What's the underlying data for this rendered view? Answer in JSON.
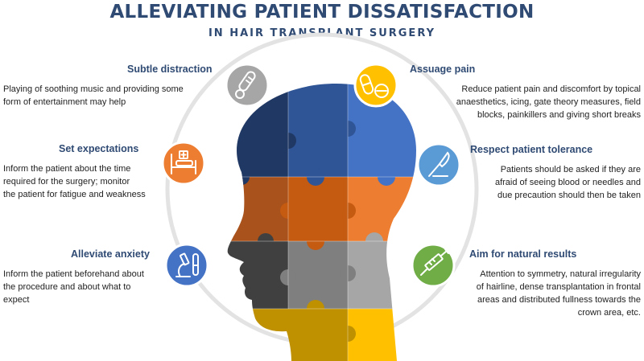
{
  "title": "ALLEVIATING PATIENT DISSATISFACTION",
  "subtitle": "IN HAIR TRANSPLANT SURGERY",
  "items": [
    {
      "heading": "Subtle distraction",
      "lines": [
        "Playing of soothing music and providing some",
        "form of entertainment may help"
      ],
      "icon": "thermometer-icon",
      "color": "#a6a6a6"
    },
    {
      "heading": "Set expectations",
      "lines": [
        "Inform the patient about the time",
        "required for the surgery; monitor",
        "the patient for fatigue and weakness"
      ],
      "icon": "hospital-bed-icon",
      "color": "#ed7d31"
    },
    {
      "heading": "Alleviate anxiety",
      "lines": [
        "Inform the patient beforehand about",
        "the procedure and about what to",
        "expect"
      ],
      "icon": "microscope-icon",
      "color": "#4472c4"
    },
    {
      "heading": "Assuage pain",
      "lines": [
        "Reduce patient pain and discomfort by topical",
        "anaesthetics, icing, gate theory measures, field",
        "blocks, painkillers and giving short breaks"
      ],
      "icon": "pills-icon",
      "color": "#ffc000"
    },
    {
      "heading": "Respect patient tolerance",
      "lines": [
        "Patients should be asked if they are",
        "afraid of seeing blood or needles and",
        "due precaution should then be taken"
      ],
      "icon": "scalpel-icon",
      "color": "#5b9bd5"
    },
    {
      "heading": "Aim for natural results",
      "lines": [
        "Attention to symmetry, natural irregularity",
        "of hairline, dense transplantation in frontal",
        "areas and distributed fullness towards the",
        "crown area, etc."
      ],
      "icon": "syringe-icon",
      "color": "#70ad47"
    }
  ],
  "colors": {
    "title": "#2f4a73",
    "puzzle_top": [
      "#203864",
      "#2f5597",
      "#4472c4"
    ],
    "puzzle_middle": [
      "#a9521b",
      "#c55a11",
      "#ed7d31"
    ],
    "puzzle_lower": [
      "#404040",
      "#7f7f7f",
      "#a6a6a6"
    ],
    "puzzle_bottom": [
      "#bf9000",
      "#ffc000"
    ]
  }
}
